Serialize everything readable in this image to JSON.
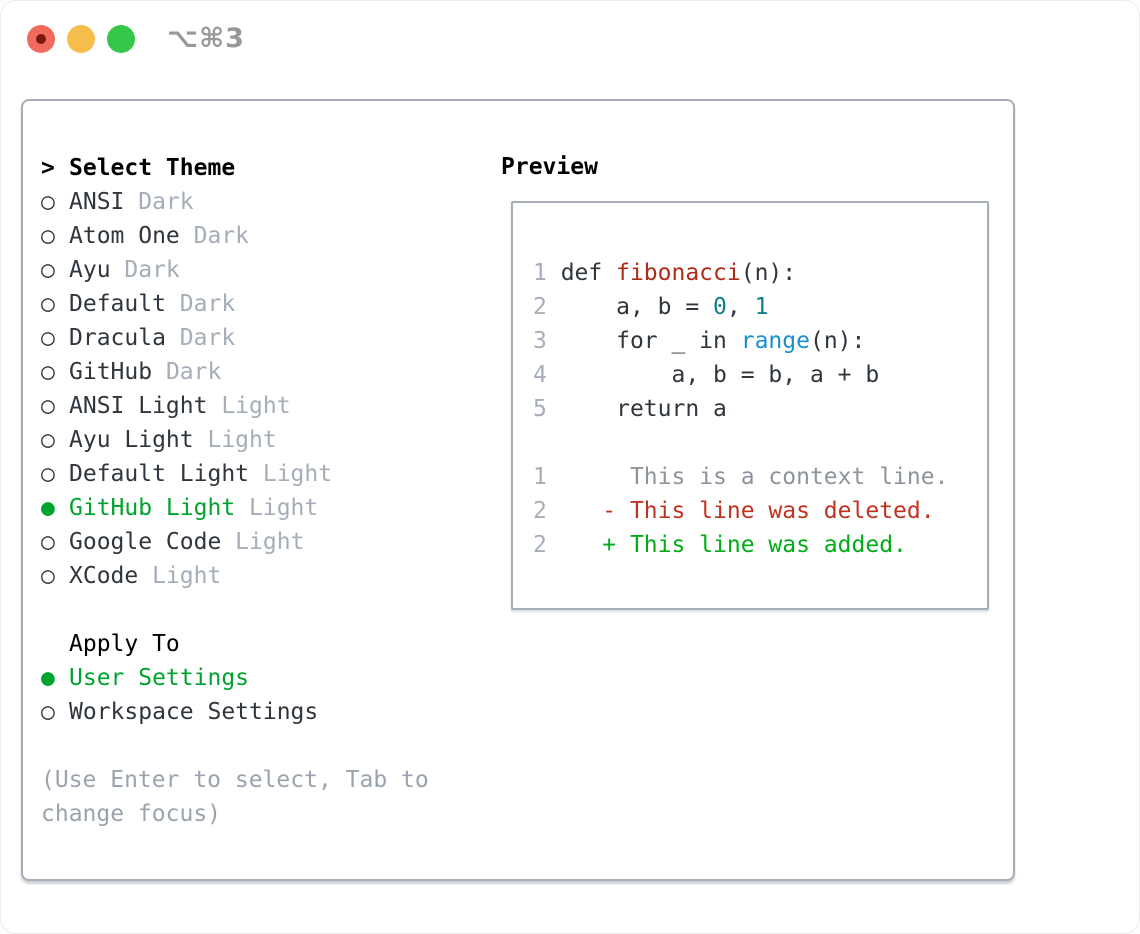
{
  "window": {
    "title": "⌥⌘3",
    "traffic_lights": [
      {
        "name": "close",
        "color": "#f16a5e",
        "has_dot": true
      },
      {
        "name": "minimize",
        "color": "#f6bd4c",
        "has_dot": false
      },
      {
        "name": "zoom",
        "color": "#34c74a",
        "has_dot": false
      }
    ]
  },
  "colors": {
    "accent_green": "#00a32e",
    "dark_text": "#30363d",
    "muted_gray": "#a4adb8",
    "hint_gray": "#9aa3ae",
    "lineno_gray": "#a6aeb9",
    "code": "#30363d",
    "func_red": "#b02a18",
    "number_teal": "#0f7f87",
    "builtin_blue": "#1b8fd0",
    "context_gray": "#8d949d",
    "deleted_red": "#c03321",
    "added_green": "#00ad17",
    "border_gray": "#a7aeb8"
  },
  "left": {
    "header": {
      "prefix": ">",
      "label": "Select Theme"
    },
    "bullets": {
      "unselected": "○",
      "selected": "●"
    },
    "themes": [
      {
        "name": "ANSI",
        "variant": "Dark",
        "selected": false
      },
      {
        "name": "Atom One",
        "variant": "Dark",
        "selected": false
      },
      {
        "name": "Ayu",
        "variant": "Dark",
        "selected": false
      },
      {
        "name": "Default",
        "variant": "Dark",
        "selected": false
      },
      {
        "name": "Dracula",
        "variant": "Dark",
        "selected": false
      },
      {
        "name": "GitHub",
        "variant": "Dark",
        "selected": false
      },
      {
        "name": "ANSI Light",
        "variant": "Light",
        "selected": false
      },
      {
        "name": "Ayu Light",
        "variant": "Light",
        "selected": false
      },
      {
        "name": "Default Light",
        "variant": "Light",
        "selected": false
      },
      {
        "name": "GitHub Light",
        "variant": "Light",
        "selected": true
      },
      {
        "name": "Google Code",
        "variant": "Light",
        "selected": false
      },
      {
        "name": "XCode",
        "variant": "Light",
        "selected": false
      }
    ],
    "apply_to": {
      "label": "Apply To",
      "options": [
        {
          "label": "User Settings",
          "selected": true
        },
        {
          "label": "Workspace Settings",
          "selected": false
        }
      ]
    },
    "hint_lines": [
      "(Use Enter to select, Tab to",
      "change focus)"
    ]
  },
  "preview": {
    "label": "Preview",
    "code_lines": [
      {
        "num": "1",
        "segments": [
          {
            "text": "def ",
            "color": "code"
          },
          {
            "text": "fibonacci",
            "color": "func_red"
          },
          {
            "text": "(n):",
            "color": "code"
          }
        ]
      },
      {
        "num": "2",
        "segments": [
          {
            "text": "    a, b = ",
            "color": "code"
          },
          {
            "text": "0",
            "color": "number_teal"
          },
          {
            "text": ", ",
            "color": "code"
          },
          {
            "text": "1",
            "color": "number_teal"
          }
        ]
      },
      {
        "num": "3",
        "segments": [
          {
            "text": "    for _ in ",
            "color": "code"
          },
          {
            "text": "range",
            "color": "builtin_blue"
          },
          {
            "text": "(n):",
            "color": "code"
          }
        ]
      },
      {
        "num": "4",
        "segments": [
          {
            "text": "        a, b = b, a + b",
            "color": "code"
          }
        ]
      },
      {
        "num": "5",
        "segments": [
          {
            "text": "    return a",
            "color": "code"
          }
        ]
      },
      {
        "num": "",
        "segments": []
      },
      {
        "num": "1",
        "segments": [
          {
            "text": "     This is a context line.",
            "color": "context_gray"
          }
        ]
      },
      {
        "num": "2",
        "segments": [
          {
            "text": "   - This line was deleted.",
            "color": "deleted_red"
          }
        ]
      },
      {
        "num": "2",
        "segments": [
          {
            "text": "   + This line was added.",
            "color": "added_green"
          }
        ]
      }
    ]
  }
}
